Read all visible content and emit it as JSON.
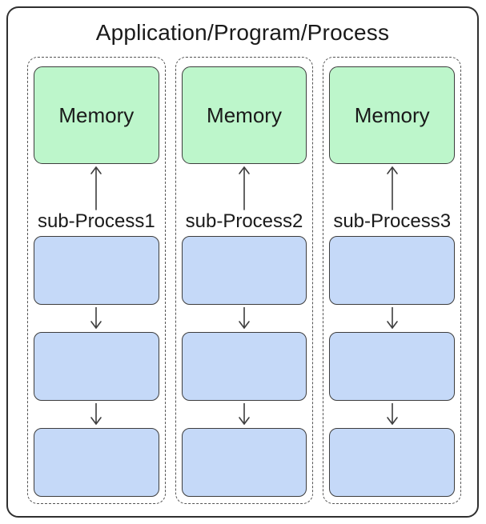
{
  "diagram": {
    "title": "Application/Program/Process",
    "columns": [
      {
        "memory_label": "Memory",
        "process_label": "sub-Process1"
      },
      {
        "memory_label": "Memory",
        "process_label": "sub-Process2"
      },
      {
        "memory_label": "Memory",
        "process_label": "sub-Process3"
      }
    ],
    "colors": {
      "memory_fill": "#bdf6cb",
      "process_fill": "#c5d9f8",
      "box_border": "#3d3d3d",
      "frame_border": "#2f2f2f",
      "dashed_border": "#555555",
      "arrow": "#3d3d3d",
      "text": "#1a1a1a"
    }
  }
}
